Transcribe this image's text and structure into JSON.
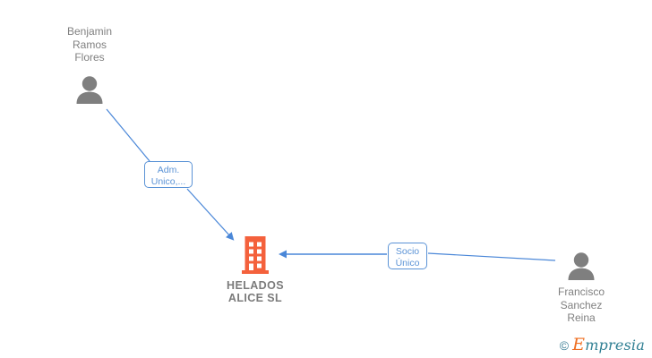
{
  "diagram": {
    "title": "HELADOS ALICE SL corporate relationship graph",
    "background_color": "#ffffff",
    "edge_color": "#4a87d8",
    "company_color": "#f4613c",
    "person_color": "#7f7f7f",
    "label_color": "#808080"
  },
  "nodes": {
    "benjamin": {
      "name": "Benjamin\nRamos\nFlores",
      "icon": "person-icon",
      "type": "person"
    },
    "francisco": {
      "name": "Francisco\nSanchez\nReina",
      "icon": "person-icon",
      "type": "person"
    },
    "company": {
      "name": "HELADOS\nALICE  SL",
      "icon": "building-icon",
      "type": "company"
    }
  },
  "relations": [
    {
      "id": "adm-unico",
      "label": "Adm.\nUnico,...",
      "from": "benjamin",
      "to": "company"
    },
    {
      "id": "socio-unico",
      "label": "Socio\nÚnico",
      "from": "francisco",
      "to": "company"
    }
  ],
  "watermark": {
    "copyright_glyph": "©",
    "brand_initial": "E",
    "brand_rest": "mpresia"
  }
}
